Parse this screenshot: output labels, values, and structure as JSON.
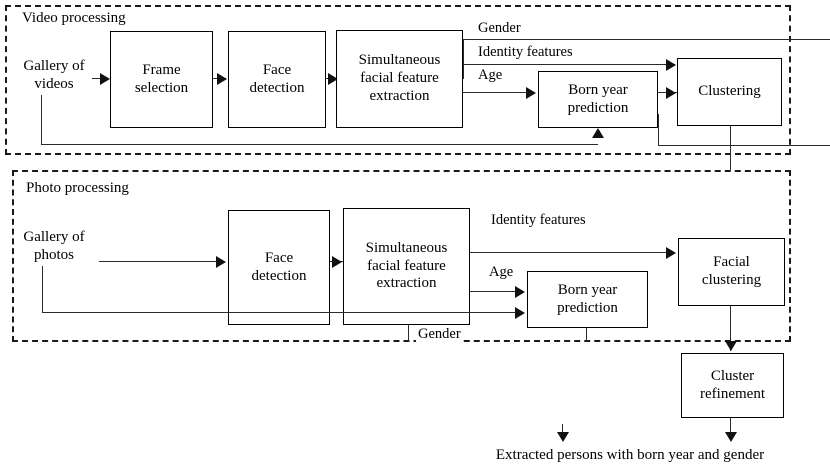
{
  "figure": {
    "groups": [
      {
        "id": "video",
        "label": "Video processing"
      },
      {
        "id": "photo",
        "label": "Photo processing"
      }
    ],
    "video_section": {
      "input_label": "Gallery of\nvideos",
      "nodes": [
        {
          "id": "frame-selection",
          "label": "Frame\nselection"
        },
        {
          "id": "face-detection",
          "label": "Face\ndetection"
        },
        {
          "id": "feature-extraction",
          "label": "Simultaneous\nfacial feature\nextraction"
        },
        {
          "id": "born-year-prediction",
          "label": "Born year\nprediction"
        },
        {
          "id": "clustering",
          "label": "Clustering"
        }
      ],
      "edge_labels": [
        {
          "id": "gender",
          "label": "Gender"
        },
        {
          "id": "identity-features",
          "label": "Identity features"
        },
        {
          "id": "age",
          "label": "Age"
        }
      ]
    },
    "photo_section": {
      "input_label": "Gallery of\nphotos",
      "nodes": [
        {
          "id": "face-detection",
          "label": "Face\ndetection"
        },
        {
          "id": "feature-extraction",
          "label": "Simultaneous\nfacial feature\nextraction"
        },
        {
          "id": "born-year-prediction",
          "label": "Born year\nprediction"
        },
        {
          "id": "facial-clustering",
          "label": "Facial\nclustering"
        }
      ],
      "edge_labels": [
        {
          "id": "identity-features",
          "label": "Identity features"
        },
        {
          "id": "age",
          "label": "Age"
        },
        {
          "id": "gender",
          "label": "Gender"
        }
      ]
    },
    "output_section": {
      "nodes": [
        {
          "id": "cluster-refinement",
          "label": "Cluster\nrefinement"
        }
      ],
      "result_label": "Extracted persons with born year and gender"
    },
    "colors": {
      "stroke": "#111111",
      "dashed_border": "#1a1a1a",
      "background": "#ffffff"
    }
  }
}
